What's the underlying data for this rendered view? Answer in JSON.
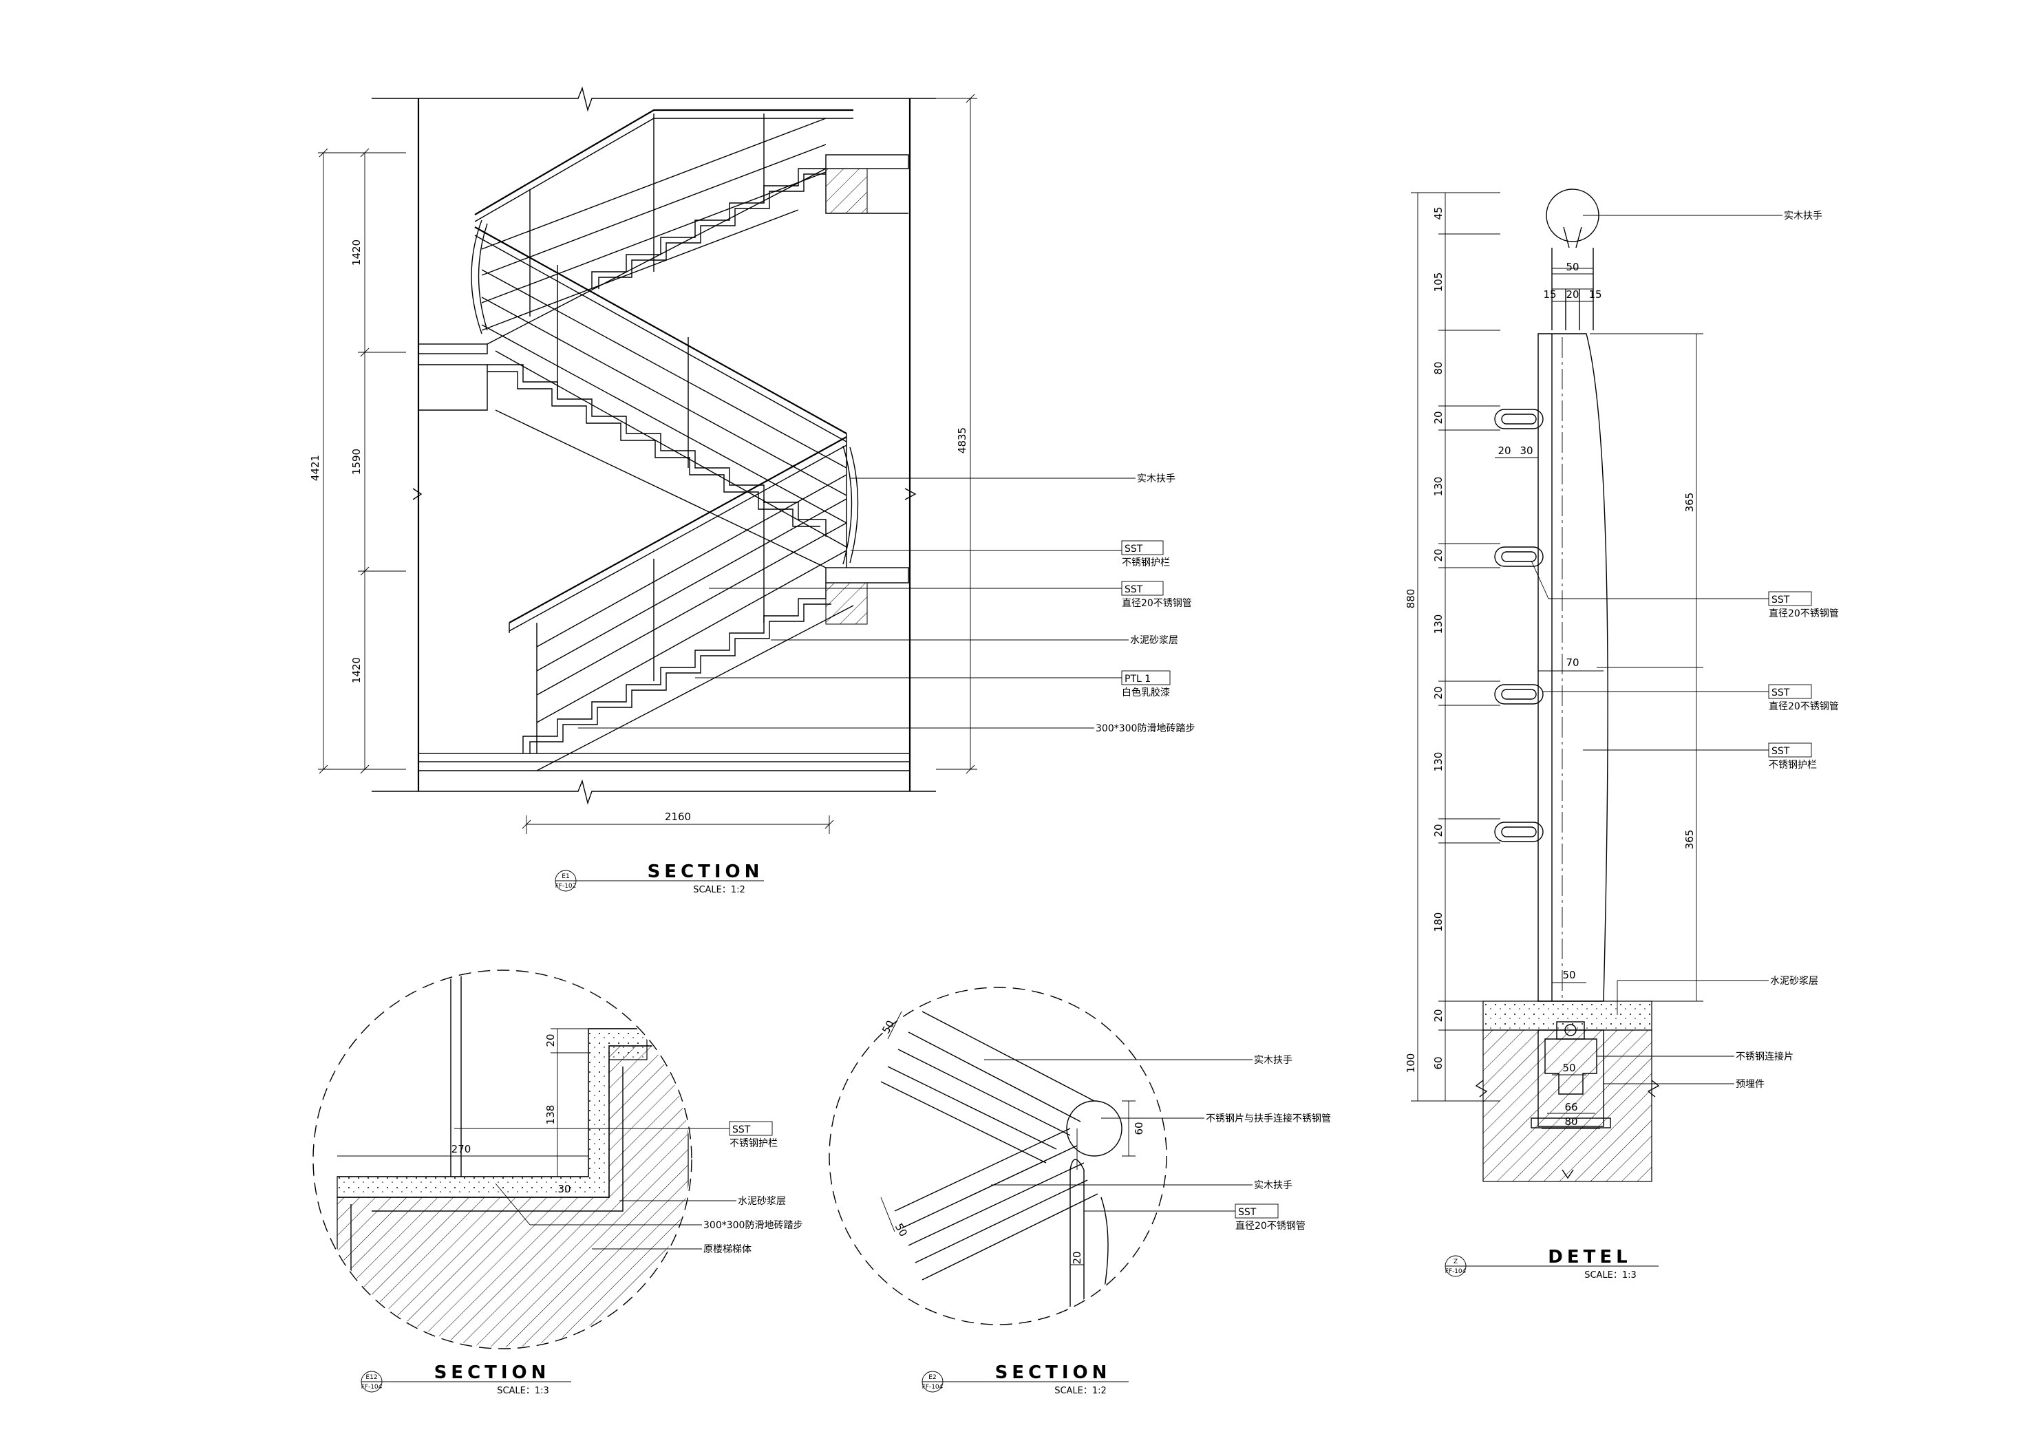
{
  "colors": {
    "line": "#000000",
    "background": "#ffffff"
  },
  "section1": {
    "title": "SECTION",
    "scale": "SCALE：1:2",
    "bubble_top": "E1",
    "bubble_bottom": "FF-102",
    "dims": {
      "total_height": "4421",
      "flight_top": "1420",
      "flight_mid": "1590",
      "flight_bottom": "1420",
      "overall": "4835",
      "width": "2160"
    },
    "callouts": [
      {
        "tag": "",
        "text": "实木扶手"
      },
      {
        "tag": "SST",
        "text": "不锈钢护栏"
      },
      {
        "tag": "SST",
        "text": "直径20不锈钢管"
      },
      {
        "tag": "",
        "text": "水泥砂浆层"
      },
      {
        "tag": "PTL  1",
        "text": "白色乳胶漆"
      },
      {
        "tag": "",
        "text": "300*300防滑地砖踏步"
      }
    ]
  },
  "section2": {
    "title": "SECTION",
    "scale": "SCALE：1:3",
    "bubble_top": "E12",
    "bubble_bottom": "FF-104",
    "dims": {
      "d20": "20",
      "d138": "138",
      "d270": "270",
      "d30": "30"
    },
    "callouts": [
      {
        "tag": "SST",
        "text": "不锈钢护栏"
      },
      {
        "tag": "",
        "text": "水泥砂浆层"
      },
      {
        "tag": "",
        "text": "300*300防滑地砖踏步"
      },
      {
        "tag": "",
        "text": "原楼梯梯体"
      }
    ]
  },
  "section3": {
    "title": "SECTION",
    "scale": "SCALE：1:2",
    "bubble_top": "E2",
    "bubble_bottom": "FF-104",
    "dims": {
      "d50a": "50",
      "d50b": "50",
      "d60": "60",
      "d20": "20"
    },
    "callouts": [
      {
        "tag": "",
        "text": "实木扶手"
      },
      {
        "tag": "",
        "text": "不锈钢片与扶手连接不锈钢管"
      },
      {
        "tag": "",
        "text": "实木扶手"
      },
      {
        "tag": "SST",
        "text": "直径20不锈钢管"
      }
    ]
  },
  "detail": {
    "title": "DETEL",
    "scale": "SCALE：1:3",
    "bubble_top": "Z",
    "bubble_bottom": "FF-104",
    "vdims": [
      "45",
      "105",
      "80",
      "20",
      "130",
      "20",
      "130",
      "20",
      "130",
      "20",
      "180",
      "20",
      "60",
      "100"
    ],
    "total": "880",
    "right_dims": [
      "365",
      "365"
    ],
    "small_dims": {
      "d50": "50",
      "d15a": "15",
      "d20": "20",
      "d15b": "15",
      "d20b": "20",
      "d30": "30",
      "d70": "70",
      "d50b": "50",
      "d50c": "50",
      "d66": "66",
      "d80": "80"
    },
    "callouts": [
      {
        "tag": "",
        "text": "实木扶手"
      },
      {
        "tag": "SST",
        "text": "直径20不锈钢管"
      },
      {
        "tag": "SST",
        "text": "直径20不锈钢管"
      },
      {
        "tag": "SST",
        "text": "不锈钢护栏"
      },
      {
        "tag": "",
        "text": "水泥砂浆层"
      },
      {
        "tag": "",
        "text": "不锈钢连接片"
      },
      {
        "tag": "",
        "text": "预埋件"
      }
    ]
  }
}
